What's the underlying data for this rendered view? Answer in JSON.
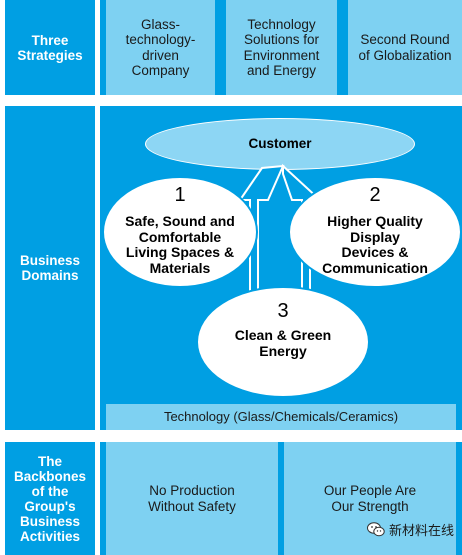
{
  "sections": {
    "strategies": {
      "label": "Three\nStrategies",
      "items": [
        "Glass-\ntechnology-\ndriven\nCompany",
        "Technology\nSolutions for\nEnvironment\nand Energy",
        "Second Round\nof Globalization"
      ]
    },
    "domains": {
      "label": "Business\nDomains",
      "customer": "Customer",
      "domain1": {
        "number": "1",
        "text": "Safe, Sound and\nComfortable\nLiving Spaces &\nMaterials"
      },
      "domain2": {
        "number": "2",
        "text": "Higher Quality\nDisplay\nDevices &\nCommunication"
      },
      "domain3": {
        "number": "3",
        "text": "Clean & Green\nEnergy"
      },
      "technology": "Technology (Glass/Chemicals/Ceramics)"
    },
    "backbones": {
      "label": "The\nBackbones\nof the\nGroup's\nBusiness\nActivities",
      "items": [
        "No Production\nWithout Safety",
        "Our People Are\nOur Strength"
      ]
    }
  },
  "watermark": "新材料在线",
  "colors": {
    "primary": "#009fe3",
    "light": "#7ed1f2",
    "customer": "#8dd6f4"
  }
}
